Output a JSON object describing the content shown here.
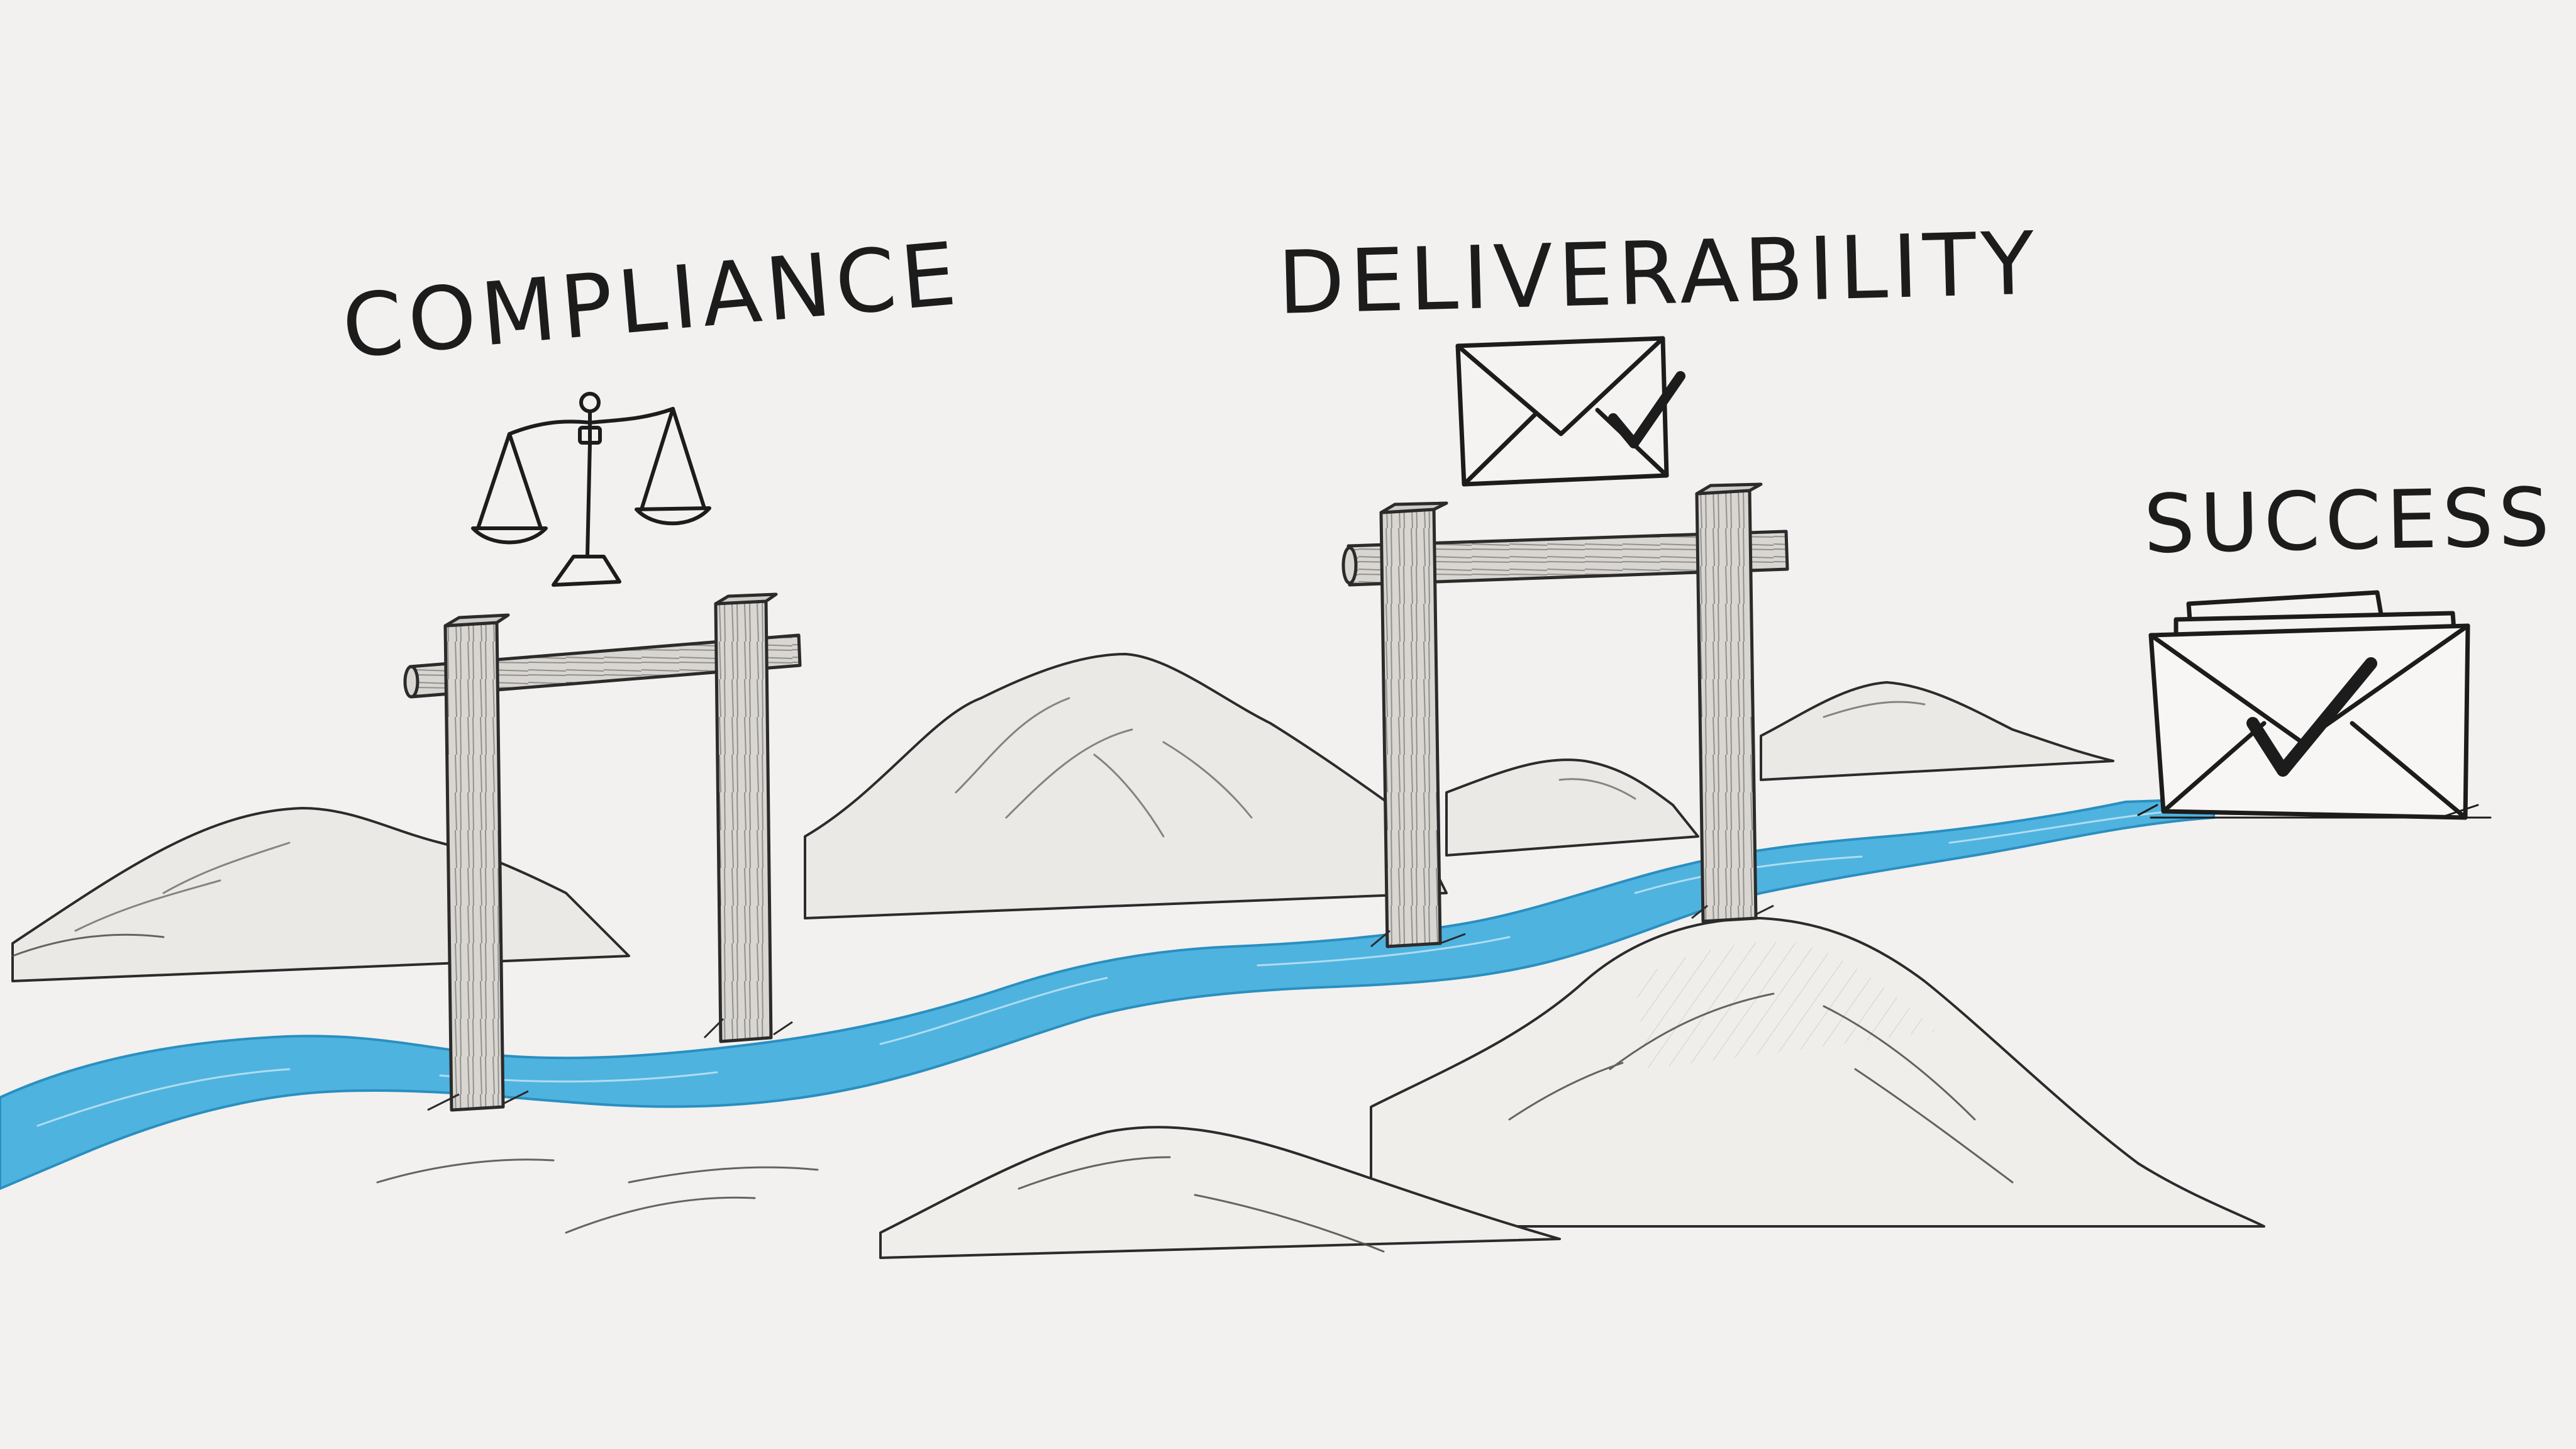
{
  "labels": {
    "compliance": "COMPLIANCE",
    "deliverability": "DELIVERABILITY",
    "success": "SUCCESS"
  },
  "icons": {
    "compliance": "scales-of-justice-icon",
    "deliverability": "envelope-check-icon",
    "success": "envelope-stack-check-icon"
  },
  "colors": {
    "background": "#f2f1ef",
    "ink": "#1c1c1c",
    "river": "#4fb3df",
    "river_edge": "#2a8fc0",
    "wood": "#6b6b6b"
  }
}
